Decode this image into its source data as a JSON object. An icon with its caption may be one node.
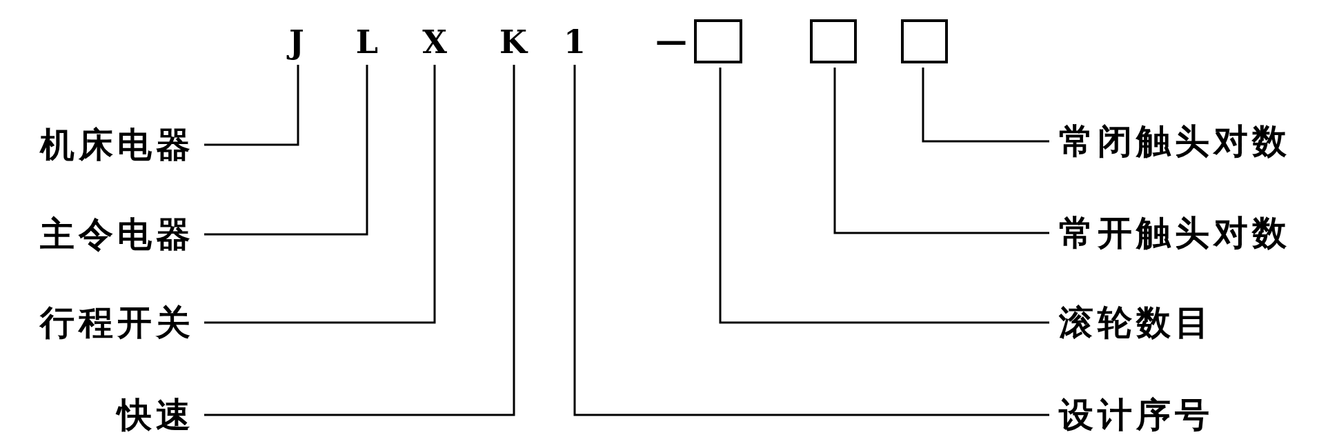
{
  "diagram": {
    "nodes": [
      {
        "text": [
          "J"
        ]
      },
      {
        "text": [
          "L"
        ]
      },
      {
        "text": [
          "X"
        ]
      },
      {
        "text": [
          "K"
        ]
      },
      {
        "text": [
          "1"
        ]
      },
      {
        "text": [],
        "shape": "box"
      },
      {
        "text": [],
        "shape": "box"
      },
      {
        "text": [],
        "shape": "box"
      },
      {
        "text": [
          "机床电器"
        ]
      },
      {
        "text": [
          "主令电器"
        ]
      },
      {
        "text": [
          "行程开关"
        ]
      },
      {
        "text": [
          "快速"
        ]
      },
      {
        "text": [
          "常闭触头对数"
        ]
      },
      {
        "text": [
          "常开触头对数"
        ]
      },
      {
        "text": [
          "滚轮数目"
        ]
      },
      {
        "text": [
          "设计序号"
        ]
      }
    ],
    "edges": [
      {
        "from": 8,
        "to": 0,
        "arrow": "none"
      },
      {
        "from": 9,
        "to": 1,
        "arrow": "none"
      },
      {
        "from": 10,
        "to": 2,
        "arrow": "none"
      },
      {
        "from": 11,
        "to": 3,
        "arrow": "none"
      },
      {
        "from": 12,
        "to": 7,
        "arrow": "none"
      },
      {
        "from": 13,
        "to": 6,
        "arrow": "none"
      },
      {
        "from": 14,
        "to": 5,
        "arrow": "none"
      },
      {
        "from": 15,
        "to": 4,
        "arrow": "none"
      }
    ],
    "labels": [
      "—"
    ]
  }
}
